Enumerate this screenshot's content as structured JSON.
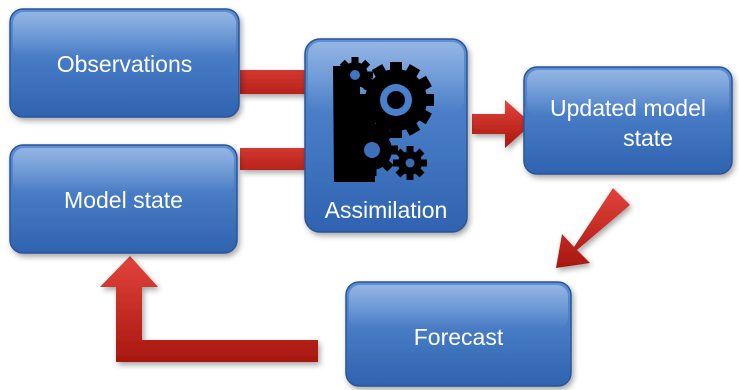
{
  "diagram": {
    "nodes": {
      "observations": {
        "label_lines": [
          "Observations"
        ]
      },
      "model_state": {
        "label_lines": [
          "Model state"
        ]
      },
      "assimilation": {
        "label_lines": [
          "Assimilation"
        ],
        "icon": "gears-icon"
      },
      "updated_model_state": {
        "label_lines": [
          "Updated model",
          "state"
        ]
      },
      "forecast": {
        "label_lines": [
          "Forecast"
        ]
      }
    },
    "edges": [
      {
        "from": "observations",
        "to": "assimilation"
      },
      {
        "from": "model_state",
        "to": "assimilation"
      },
      {
        "from": "assimilation",
        "to": "updated_model_state"
      },
      {
        "from": "updated_model_state",
        "to": "forecast"
      },
      {
        "from": "forecast",
        "to": "model_state"
      }
    ],
    "colors": {
      "box_fill_top": "#5b8fd6",
      "box_fill_bottom": "#2f63b0",
      "box_stroke": "#2a5596",
      "arrow_fill_top": "#e2433c",
      "arrow_fill_bottom": "#a8170f",
      "gear_color": "#000000",
      "label_color": "#ffffff"
    }
  }
}
